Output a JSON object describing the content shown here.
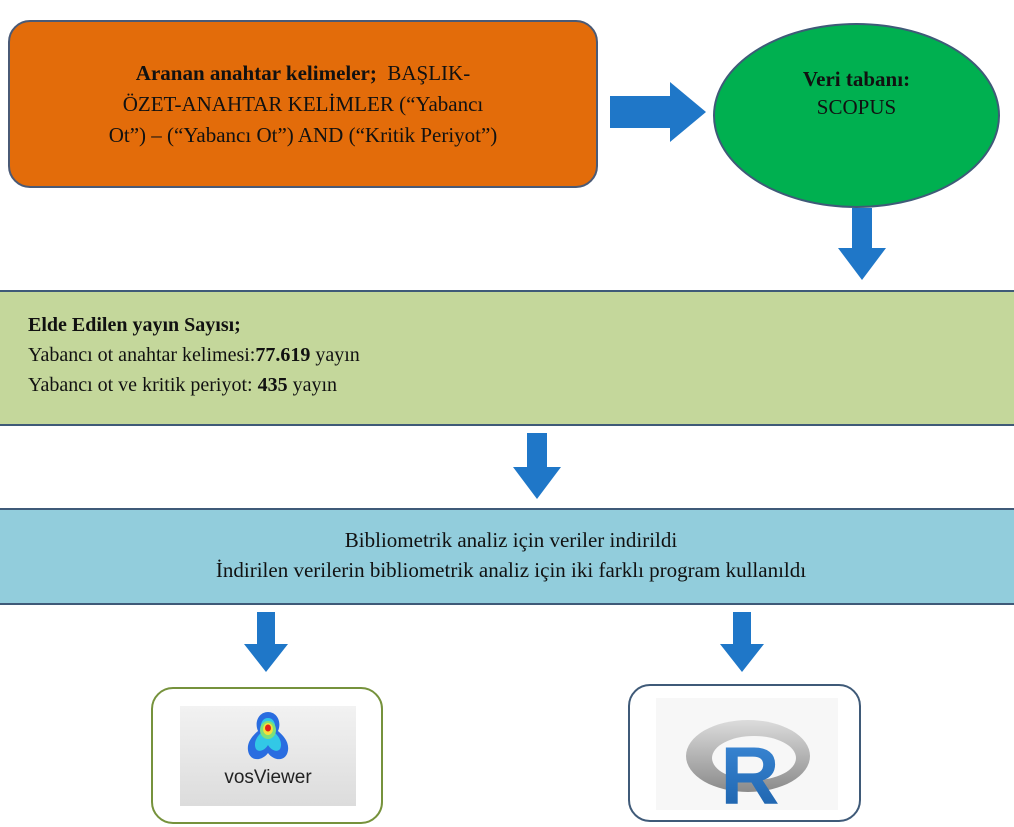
{
  "search_box": {
    "line1_bold": "Aranan anahtar kelimeler;",
    "line1_rest": "BAŞLIK-",
    "line2": "ÖZET-ANAHTAR KELİMLER (“Yabancı",
    "line3": "Ot”) – (“Yabancı Ot”) AND (“Kritik Periyot”)"
  },
  "database": {
    "label": "Veri tabanı:",
    "value": "SCOPUS"
  },
  "results": {
    "heading": "Elde Edilen yayın Sayısı;",
    "row1_label": "Yabancı ot anahtar kelimesi:",
    "row1_count": "77.619",
    "row1_unit": " yayın",
    "row2_label": "Yabancı ot ve kritik periyot: ",
    "row2_count": "435",
    "row2_unit": " yayın"
  },
  "download": {
    "line1": "Bibliometrik analiz için veriler indirildi",
    "line2": "İndirilen verilerin bibliometrik analiz için iki farklı program kullanıldı"
  },
  "tools": {
    "vosviewer_label": "vosViewer",
    "r_label": "R"
  },
  "colors": {
    "search_box": "#e36c0a",
    "database": "#00b050",
    "results": "#c4d79b",
    "download": "#92cddc",
    "arrow": "#1f77c8"
  }
}
